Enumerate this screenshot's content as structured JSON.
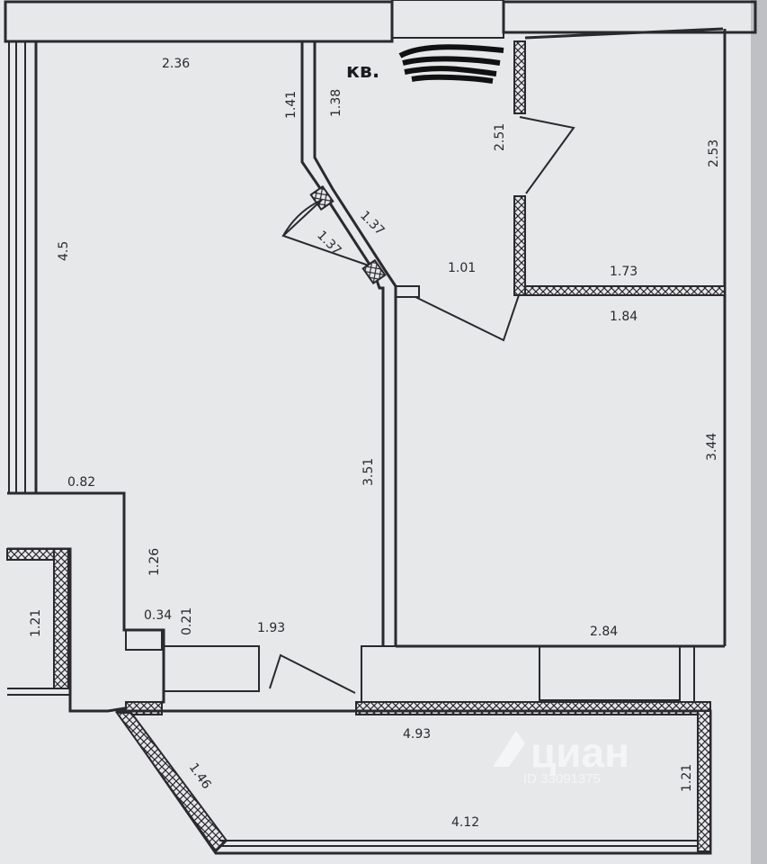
{
  "apartment_label": "кв.",
  "watermark": {
    "brand": "циан",
    "id_text": "ID 33091375"
  },
  "dimensions": {
    "d_2_36": "2.36",
    "d_4_5": "4.5",
    "d_1_41": "1.41",
    "d_1_38": "1.38",
    "d_2_51": "2.51",
    "d_2_53": "2.53",
    "d_1_37_a": "1.37",
    "d_1_37_b": "1.37",
    "d_1_01": "1.01",
    "d_1_73": "1.73",
    "d_1_84": "1.84",
    "d_3_44": "3.44",
    "d_3_51": "3.51",
    "d_0_82": "0.82",
    "d_1_26": "1.26",
    "d_1_21_left": "1.21",
    "d_0_34": "0.34",
    "d_0_21": "0.21",
    "d_1_93": "1.93",
    "d_2_84": "2.84",
    "d_4_93": "4.93",
    "d_1_46": "1.46",
    "d_4_12": "4.12",
    "d_1_21_right": "1.21"
  }
}
